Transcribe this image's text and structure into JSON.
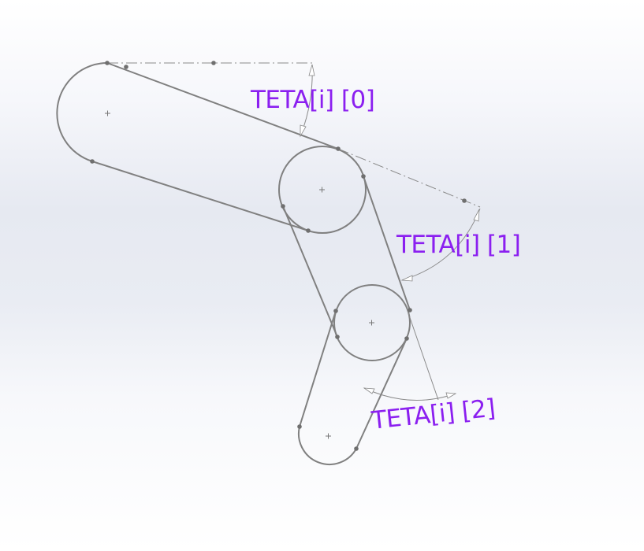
{
  "diagram": {
    "labels": {
      "teta0": "TETA[i] [0]",
      "teta1": "TETA[i] [1]",
      "teta2": "TETA[i] [2]"
    },
    "colors": {
      "label": "#8b1ff0",
      "geometry": "#808080"
    }
  }
}
